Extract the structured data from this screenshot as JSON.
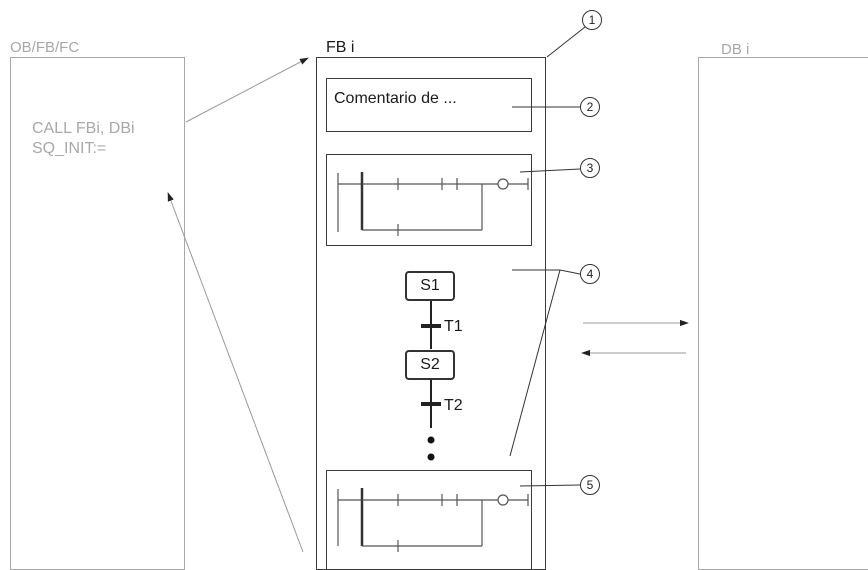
{
  "left_block": {
    "title": "OB/FB/FC",
    "code_line1": "CALL FBi, DBi",
    "code_line2": "SQ_INIT:="
  },
  "fb_block": {
    "title": "FB i",
    "comment": "Comentario de ..."
  },
  "db_block": {
    "title": "DB i"
  },
  "sequencer": {
    "steps": [
      "S1",
      "S2"
    ],
    "transitions": [
      "T1",
      "T2"
    ]
  },
  "callouts": [
    "1",
    "2",
    "3",
    "4",
    "5"
  ],
  "icons": {
    "contact": "normally-open-contact-icon",
    "coil": "coil-icon",
    "arrow": "arrow-icon"
  },
  "colors": {
    "gray": "#a8a8a8",
    "dark": "#333333"
  }
}
